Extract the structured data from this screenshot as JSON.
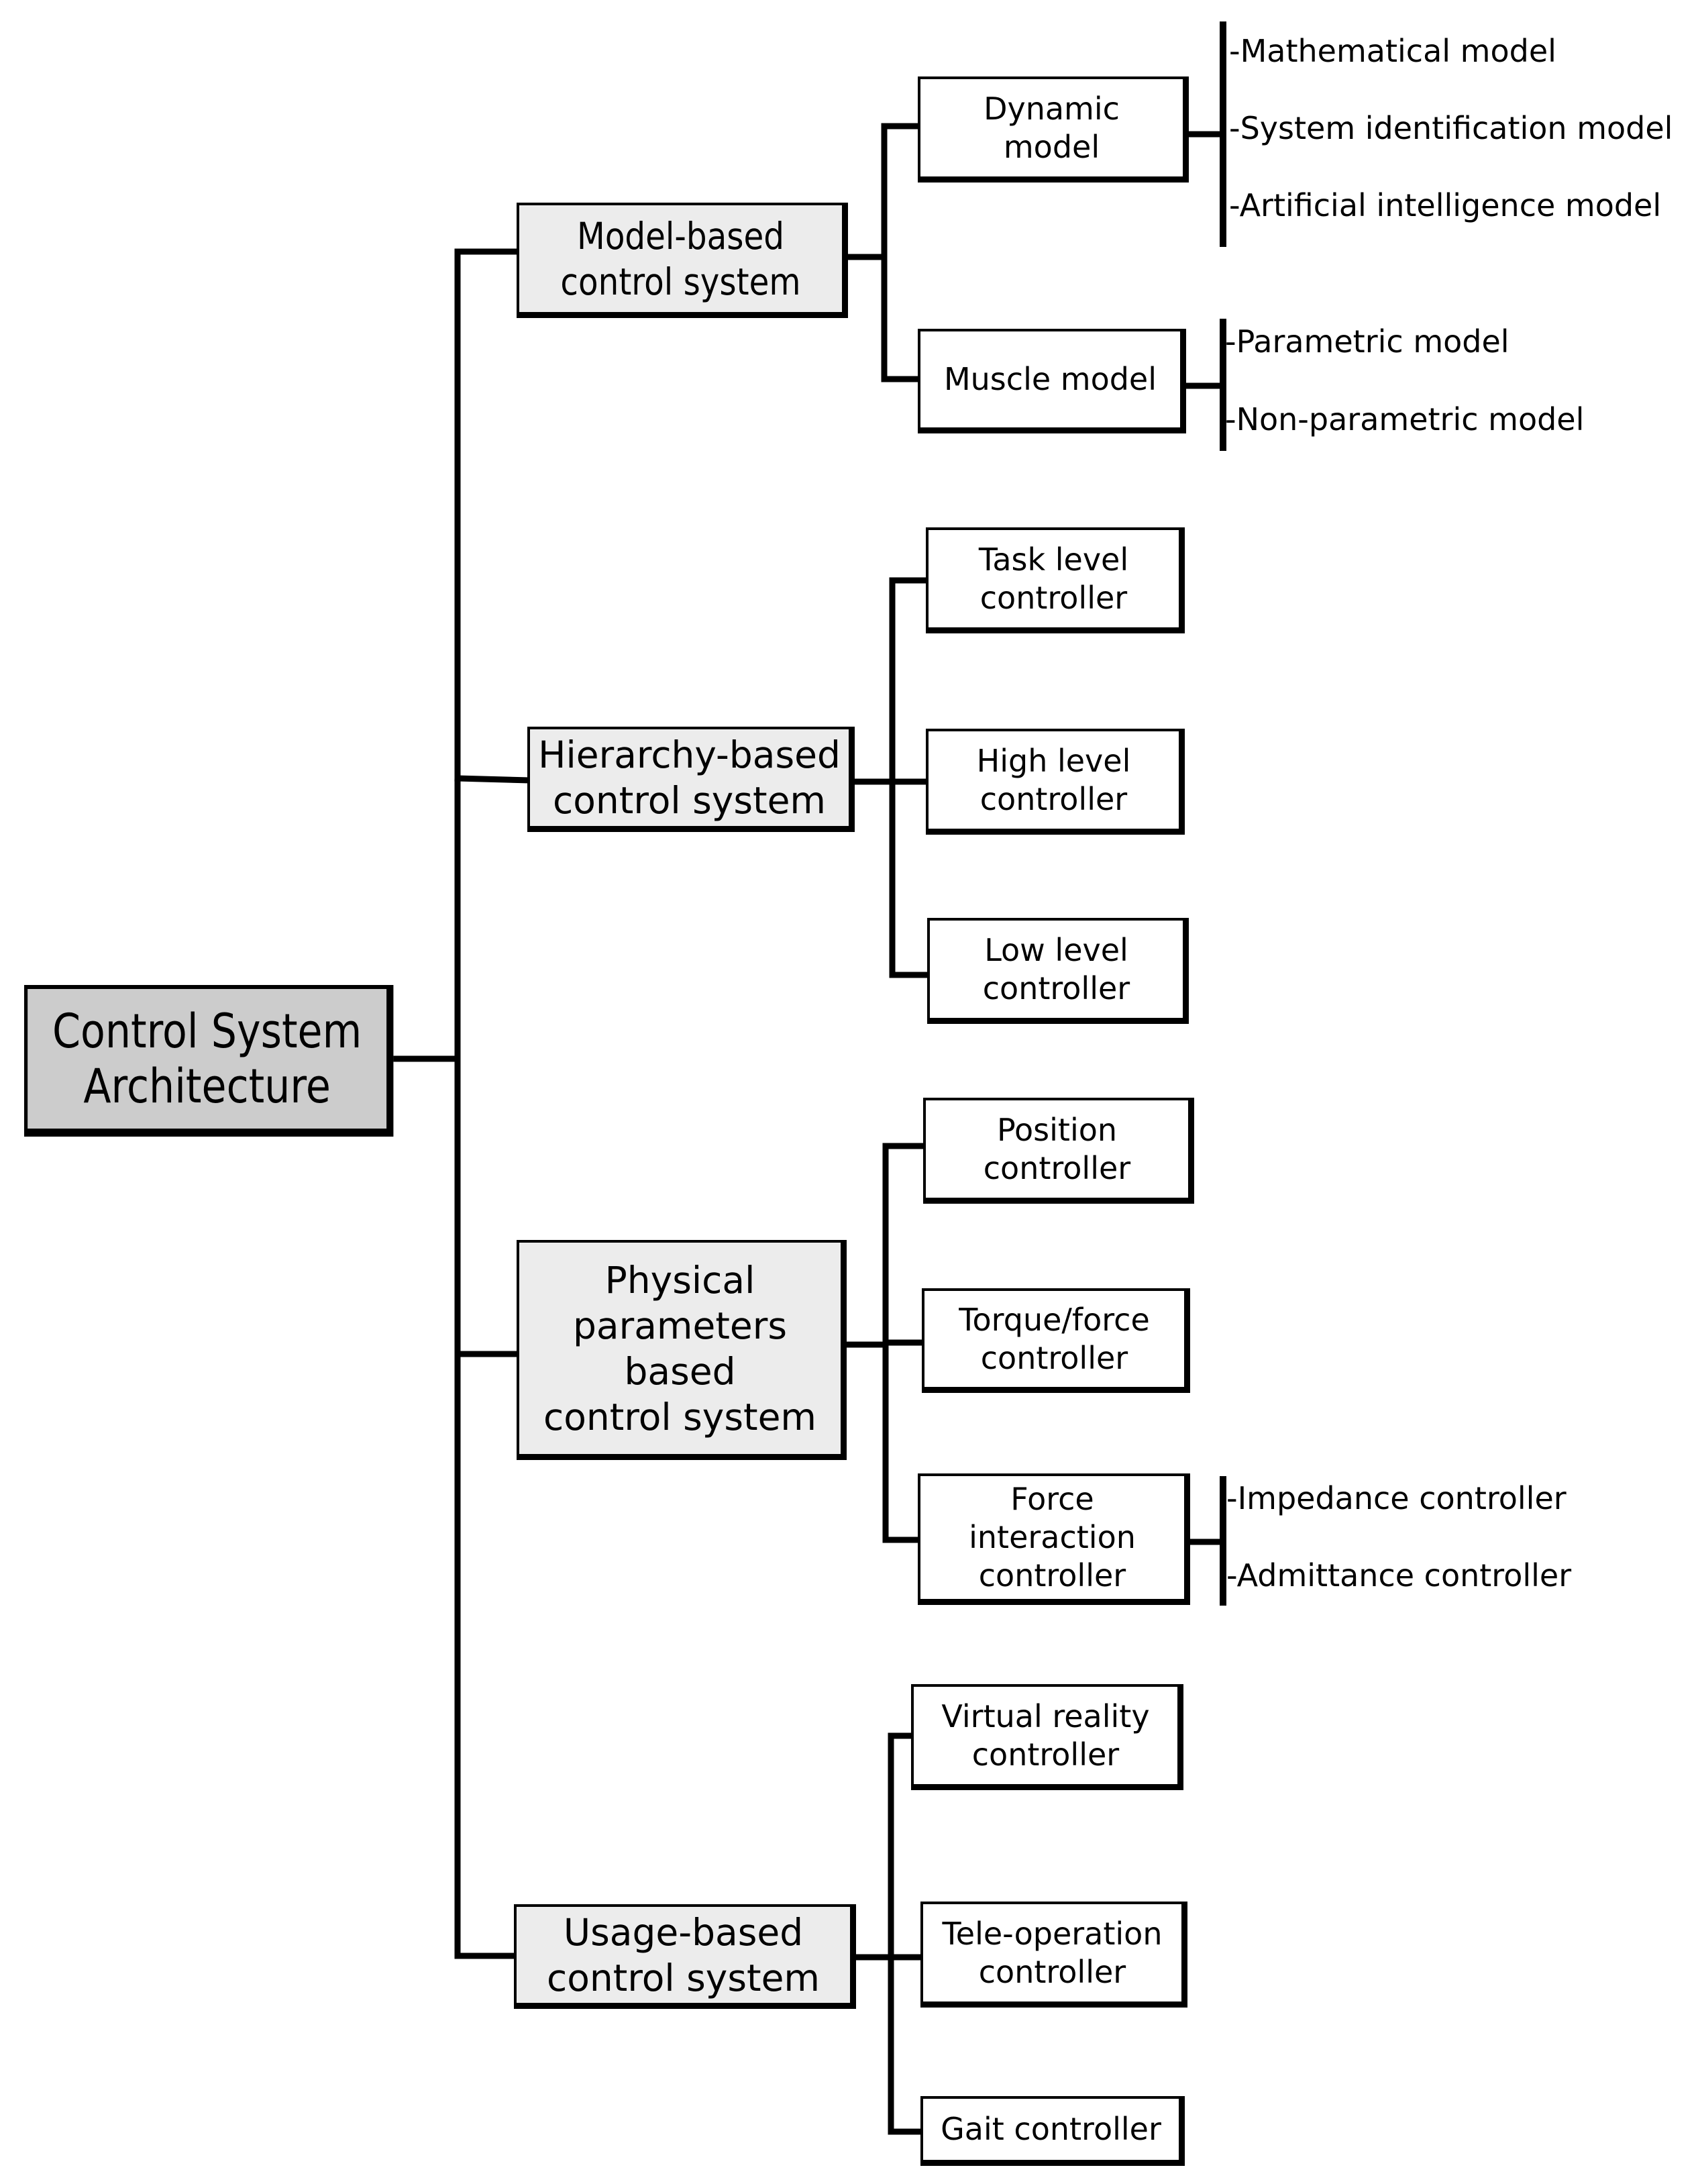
{
  "diagram": {
    "root": {
      "line1": "Control System",
      "line2": "Architecture"
    },
    "categories": {
      "model": {
        "line1": "Model-based",
        "line2": "control system"
      },
      "hierarchy": {
        "line1": "Hierarchy-based",
        "line2": "control system"
      },
      "physical": {
        "line1": "Physical",
        "line2": "parameters",
        "line3": "based",
        "line4": "control system"
      },
      "usage": {
        "line1": "Usage-based",
        "line2": "control system"
      }
    },
    "subsystems": {
      "dynamic_model": {
        "line1": "Dynamic",
        "line2": "model"
      },
      "muscle_model": {
        "line1": "Muscle model"
      },
      "task_level": {
        "line1": "Task level",
        "line2": "controller"
      },
      "high_level": {
        "line1": "High level",
        "line2": "controller"
      },
      "low_level": {
        "line1": "Low level",
        "line2": "controller"
      },
      "position": {
        "line1": "Position",
        "line2": "controller"
      },
      "torque_force": {
        "line1": "Torque/force",
        "line2": "controller"
      },
      "force_interaction": {
        "line1": "Force",
        "line2": "interaction",
        "line3": "controller"
      },
      "virtual_reality": {
        "line1": "Virtual reality",
        "line2": "controller"
      },
      "tele_operation": {
        "line1": "Tele-operation",
        "line2": "controller"
      },
      "gait": {
        "line1": "Gait controller"
      }
    },
    "lists": {
      "dynamic_model_types": [
        "-Mathematical model",
        "-System identification model",
        "-Artificial intelligence model"
      ],
      "muscle_model_types": [
        "-Parametric model",
        "-Non-parametric model"
      ],
      "force_interaction_types": [
        "-Impedance controller",
        "-Admittance controller"
      ]
    }
  }
}
